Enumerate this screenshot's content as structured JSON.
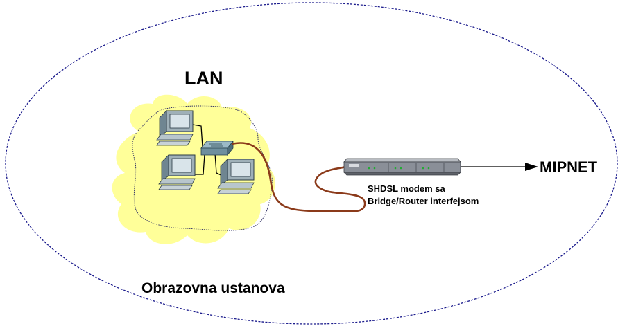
{
  "labels": {
    "lan": "LAN",
    "institution": "Obrazovna ustanova",
    "uplink": "MIPNET",
    "modem_line1": "SHDSL modem sa",
    "modem_line2": "Bridge/Router interfejsom"
  },
  "colors": {
    "boundary": "#1a1a8c",
    "cloud": "#ffff99",
    "cable": "#8b3a1a",
    "modem": "#8a8f98",
    "switch": "#6e8f9e",
    "pc": "#b8c6cc"
  },
  "icons": [
    "computer-icon",
    "switch-icon",
    "modem-icon"
  ]
}
